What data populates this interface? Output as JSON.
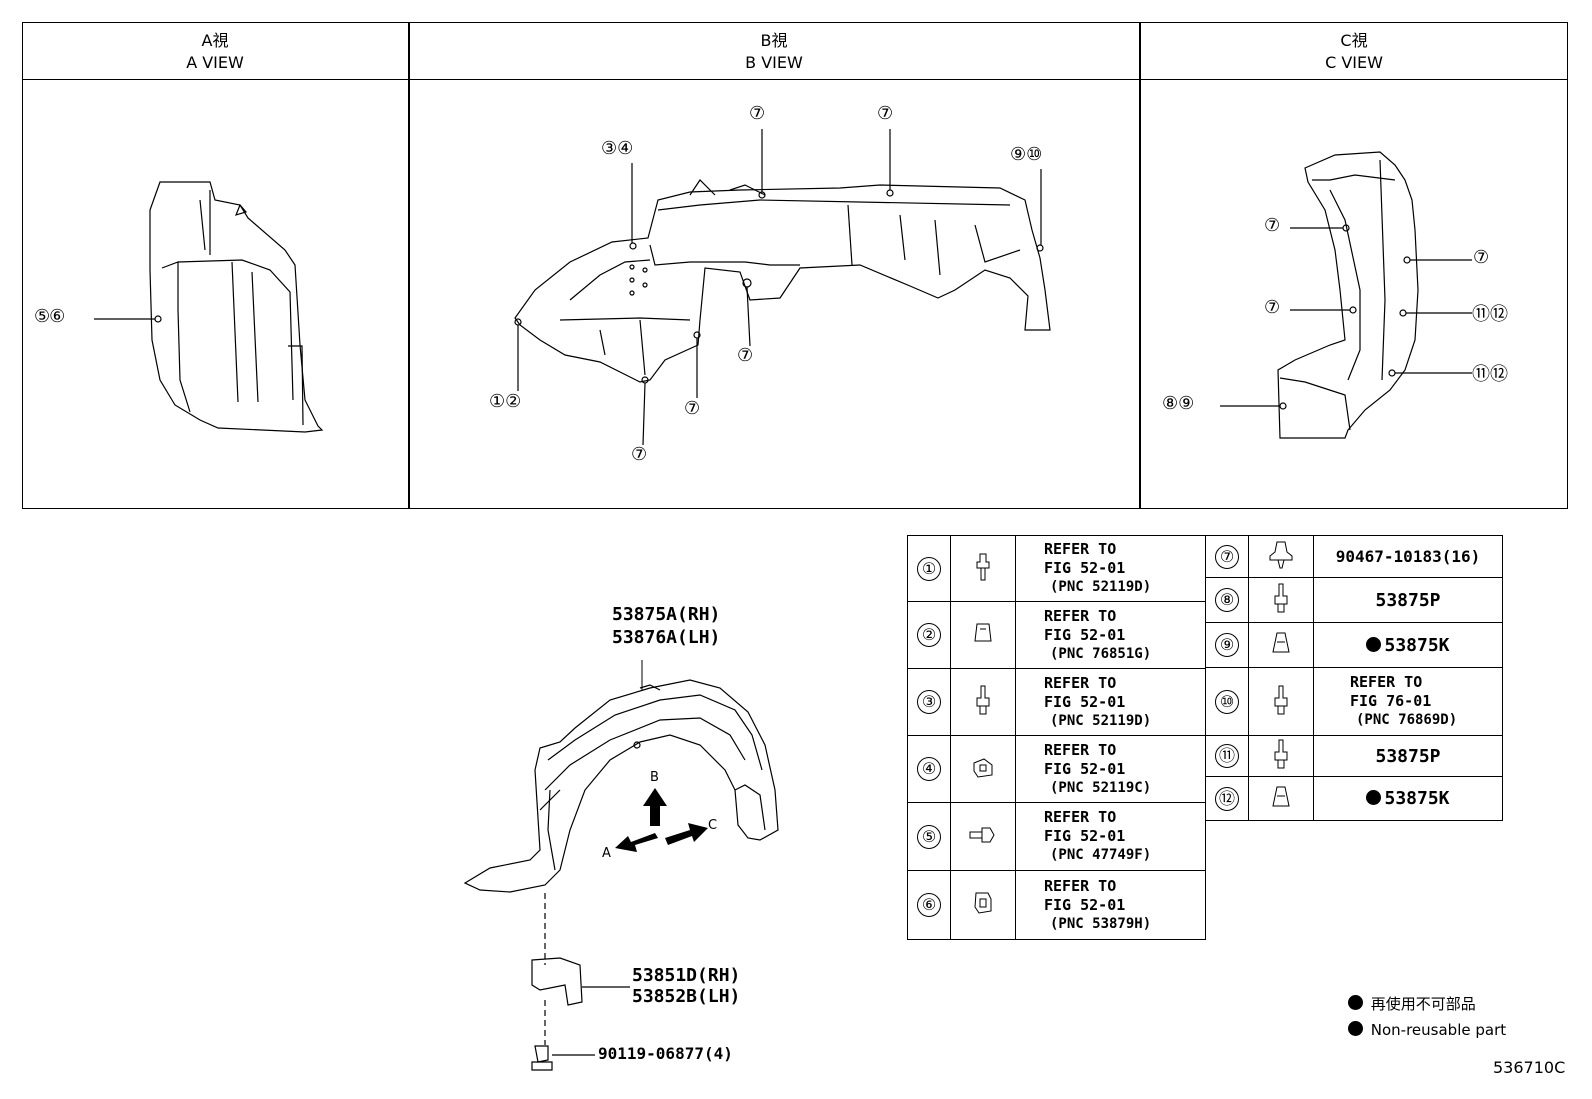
{
  "views": [
    {
      "kanji": "A視",
      "label": "A VIEW"
    },
    {
      "kanji": "B視",
      "label": "B VIEW"
    },
    {
      "kanji": "C視",
      "label": "C VIEW"
    }
  ],
  "callouts": {
    "a_view": [
      "⑤⑥"
    ],
    "b_view": [
      "③④",
      "⑦",
      "⑦",
      "⑨⑩",
      "①②",
      "⑦",
      "⑦",
      "⑦"
    ],
    "c_view": [
      "⑦",
      "⑦",
      "⑦",
      "⑪⑫",
      "⑪⑫",
      "⑧⑨"
    ]
  },
  "main_parts": {
    "liner_rh": "53875A(RH)",
    "liner_lh": "53876A(LH)",
    "bracket_rh": "53851D(RH)",
    "bracket_lh": "53852B(LH)",
    "bolt": "90119-06877(4)",
    "arrow_a": "A",
    "arrow_b": "B",
    "arrow_c": "C"
  },
  "fastener_table_left": [
    {
      "num": "①",
      "icon": "screw-icon",
      "l1": "REFER TO",
      "l2": "FIG 52-01",
      "l3": "(PNC 52119D)"
    },
    {
      "num": "②",
      "icon": "clip-icon",
      "l1": "REFER TO",
      "l2": "FIG 52-01",
      "l3": "(PNC 76851G)"
    },
    {
      "num": "③",
      "icon": "screw-icon",
      "l1": "REFER TO",
      "l2": "FIG 52-01",
      "l3": "(PNC 52119D)"
    },
    {
      "num": "④",
      "icon": "nut-clip-icon",
      "l1": "REFER TO",
      "l2": "FIG 52-01",
      "l3": "(PNC 52119C)"
    },
    {
      "num": "⑤",
      "icon": "grommet-icon",
      "l1": "REFER TO",
      "l2": "FIG 52-01",
      "l3": "(PNC 47749F)"
    },
    {
      "num": "⑥",
      "icon": "retainer-icon",
      "l1": "REFER TO",
      "l2": "FIG 52-01",
      "l3": "(PNC 53879H)"
    }
  ],
  "fastener_table_right": [
    {
      "num": "⑦",
      "icon": "push-rivet-icon",
      "text": "90467-10183(16)",
      "nonreusable": false
    },
    {
      "num": "⑧",
      "icon": "screw-icon",
      "text": "53875P",
      "nonreusable": false
    },
    {
      "num": "⑨",
      "icon": "clip-icon",
      "text": "53875K",
      "nonreusable": true
    },
    {
      "num": "⑩",
      "icon": "screw-icon",
      "l1": "REFER TO",
      "l2": "FIG 76-01",
      "l3": "(PNC 76869D)"
    },
    {
      "num": "⑪",
      "icon": "screw-icon",
      "text": "53875P",
      "nonreusable": false
    },
    {
      "num": "⑫",
      "icon": "clip-icon",
      "text": "53875K",
      "nonreusable": true
    }
  ],
  "legend": {
    "jp": "再使用不可部品",
    "en": "Non-reusable part"
  },
  "figure_id": "536710C"
}
